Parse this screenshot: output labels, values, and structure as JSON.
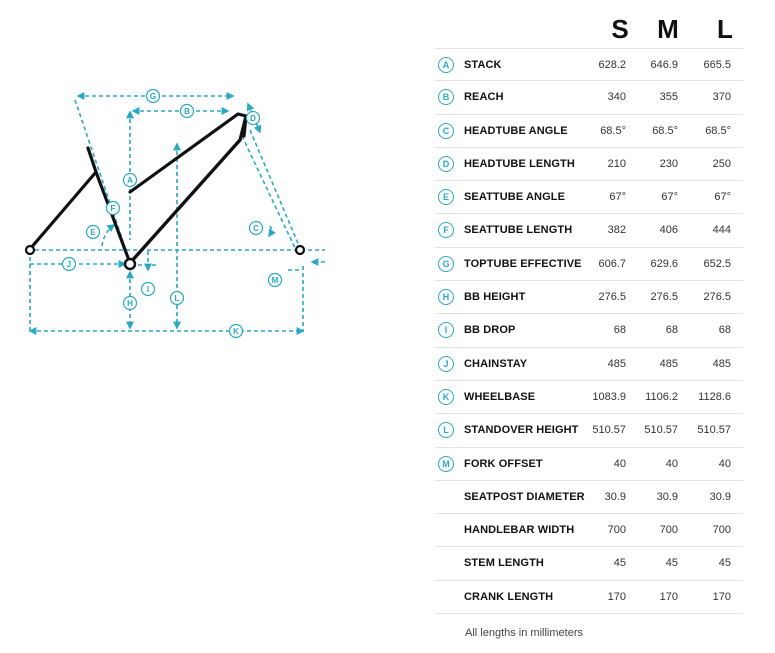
{
  "sizes": [
    "S",
    "M",
    "L"
  ],
  "rows": [
    {
      "badge": "A",
      "label": "STACK",
      "s": "628.2",
      "m": "646.9",
      "l": "665.5"
    },
    {
      "badge": "B",
      "label": "REACH",
      "s": "340",
      "m": "355",
      "l": "370"
    },
    {
      "badge": "C",
      "label": "HEADTUBE ANGLE",
      "s": "68.5°",
      "m": "68.5°",
      "l": "68.5°"
    },
    {
      "badge": "D",
      "label": "HEADTUBE LENGTH",
      "s": "210",
      "m": "230",
      "l": "250"
    },
    {
      "badge": "E",
      "label": "SEATTUBE ANGLE",
      "s": "67°",
      "m": "67°",
      "l": "67°"
    },
    {
      "badge": "F",
      "label": "SEATTUBE LENGTH",
      "s": "382",
      "m": "406",
      "l": "444"
    },
    {
      "badge": "G",
      "label": "TOPTUBE EFFECTIVE",
      "s": "606.7",
      "m": "629.6",
      "l": "652.5"
    },
    {
      "badge": "H",
      "label": "BB HEIGHT",
      "s": "276.5",
      "m": "276.5",
      "l": "276.5"
    },
    {
      "badge": "I",
      "label": "BB DROP",
      "s": "68",
      "m": "68",
      "l": "68"
    },
    {
      "badge": "J",
      "label": "CHAINSTAY",
      "s": "485",
      "m": "485",
      "l": "485"
    },
    {
      "badge": "K",
      "label": "WHEELBASE",
      "s": "1083.9",
      "m": "1106.2",
      "l": "1128.6"
    },
    {
      "badge": "L",
      "label": "STANDOVER HEIGHT",
      "s": "510.57",
      "m": "510.57",
      "l": "510.57"
    },
    {
      "badge": "M",
      "label": "FORK OFFSET",
      "s": "40",
      "m": "40",
      "l": "40"
    },
    {
      "badge": "",
      "label": "SEATPOST DIAMETER",
      "s": "30.9",
      "m": "30.9",
      "l": "30.9"
    },
    {
      "badge": "",
      "label": "HANDLEBAR WIDTH",
      "s": "700",
      "m": "700",
      "l": "700"
    },
    {
      "badge": "",
      "label": "STEM LENGTH",
      "s": "45",
      "m": "45",
      "l": "45"
    },
    {
      "badge": "",
      "label": "CRANK LENGTH",
      "s": "170",
      "m": "170",
      "l": "170"
    }
  ],
  "note": "All lengths in millimeters",
  "diagram_labels": [
    "A",
    "B",
    "C",
    "D",
    "E",
    "F",
    "G",
    "H",
    "I",
    "J",
    "K",
    "L",
    "M"
  ],
  "colors": {
    "accent": "#2aa8c4",
    "frame": "#111111"
  }
}
